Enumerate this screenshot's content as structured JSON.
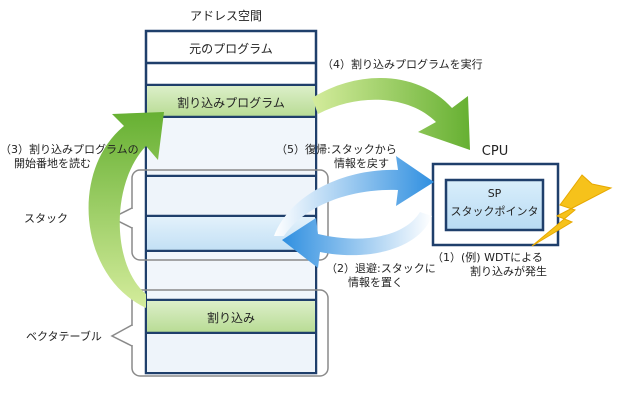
{
  "address_space": {
    "title": "アドレス空間",
    "original_program": "元のプログラム",
    "interrupt_program": "割り込みプログラム",
    "interrupt_entry": "割り込み"
  },
  "cpu": {
    "title": "CPU",
    "sp_line1": "SP",
    "sp_line2": "スタックポインタ"
  },
  "labels": {
    "stack": "スタック",
    "vector_table": "ベクタテーブル"
  },
  "steps": {
    "s1_line1": "（1）(例) WDTによる",
    "s1_line2": "割り込みが発生",
    "s2_line1": "（2）退避:スタックに",
    "s2_line2": "情報を置く",
    "s3_line1": "（3）割り込みプログラムの",
    "s3_line2": "開始番地を読む",
    "s4": "（4）割り込みプログラムを実行",
    "s5_line1": "（5）復帰:スタックから",
    "s5_line2": "情報を戻す"
  },
  "colors": {
    "frame_navy": "#1f3f6b",
    "cell_light": "#eef4fa",
    "cell_blue": "#cfe6f7",
    "cell_green": "#cfe6b8",
    "green_arrow": "#86c045",
    "blue_arrow": "#4aa3e8",
    "lightning": "#f6c21b"
  }
}
